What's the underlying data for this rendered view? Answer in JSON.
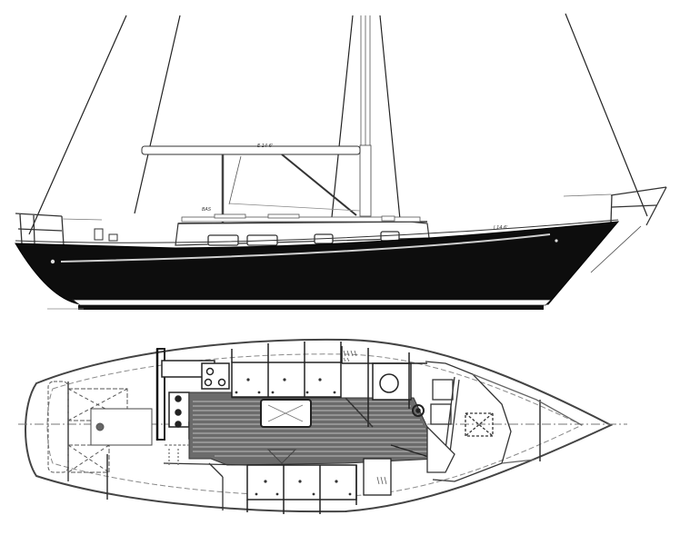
{
  "drawing": {
    "type": "sailboat line drawing",
    "views": [
      "sail-plan-profile",
      "accommodation-plan"
    ],
    "colors": {
      "background": "#ffffff",
      "line": "#222222",
      "hull": "#0d0d0d",
      "boot_stripe": "#ffffff",
      "sole": "#6b6b6b"
    },
    "profile": {
      "annotations": {
        "boom_label": "E 14 6'",
        "bimini_label": "BAS",
        "waterline_label": "J 14 6'"
      }
    },
    "plan": {
      "compartments": [
        "aft-cabin",
        "galley",
        "salon",
        "head",
        "v-berth"
      ]
    }
  }
}
